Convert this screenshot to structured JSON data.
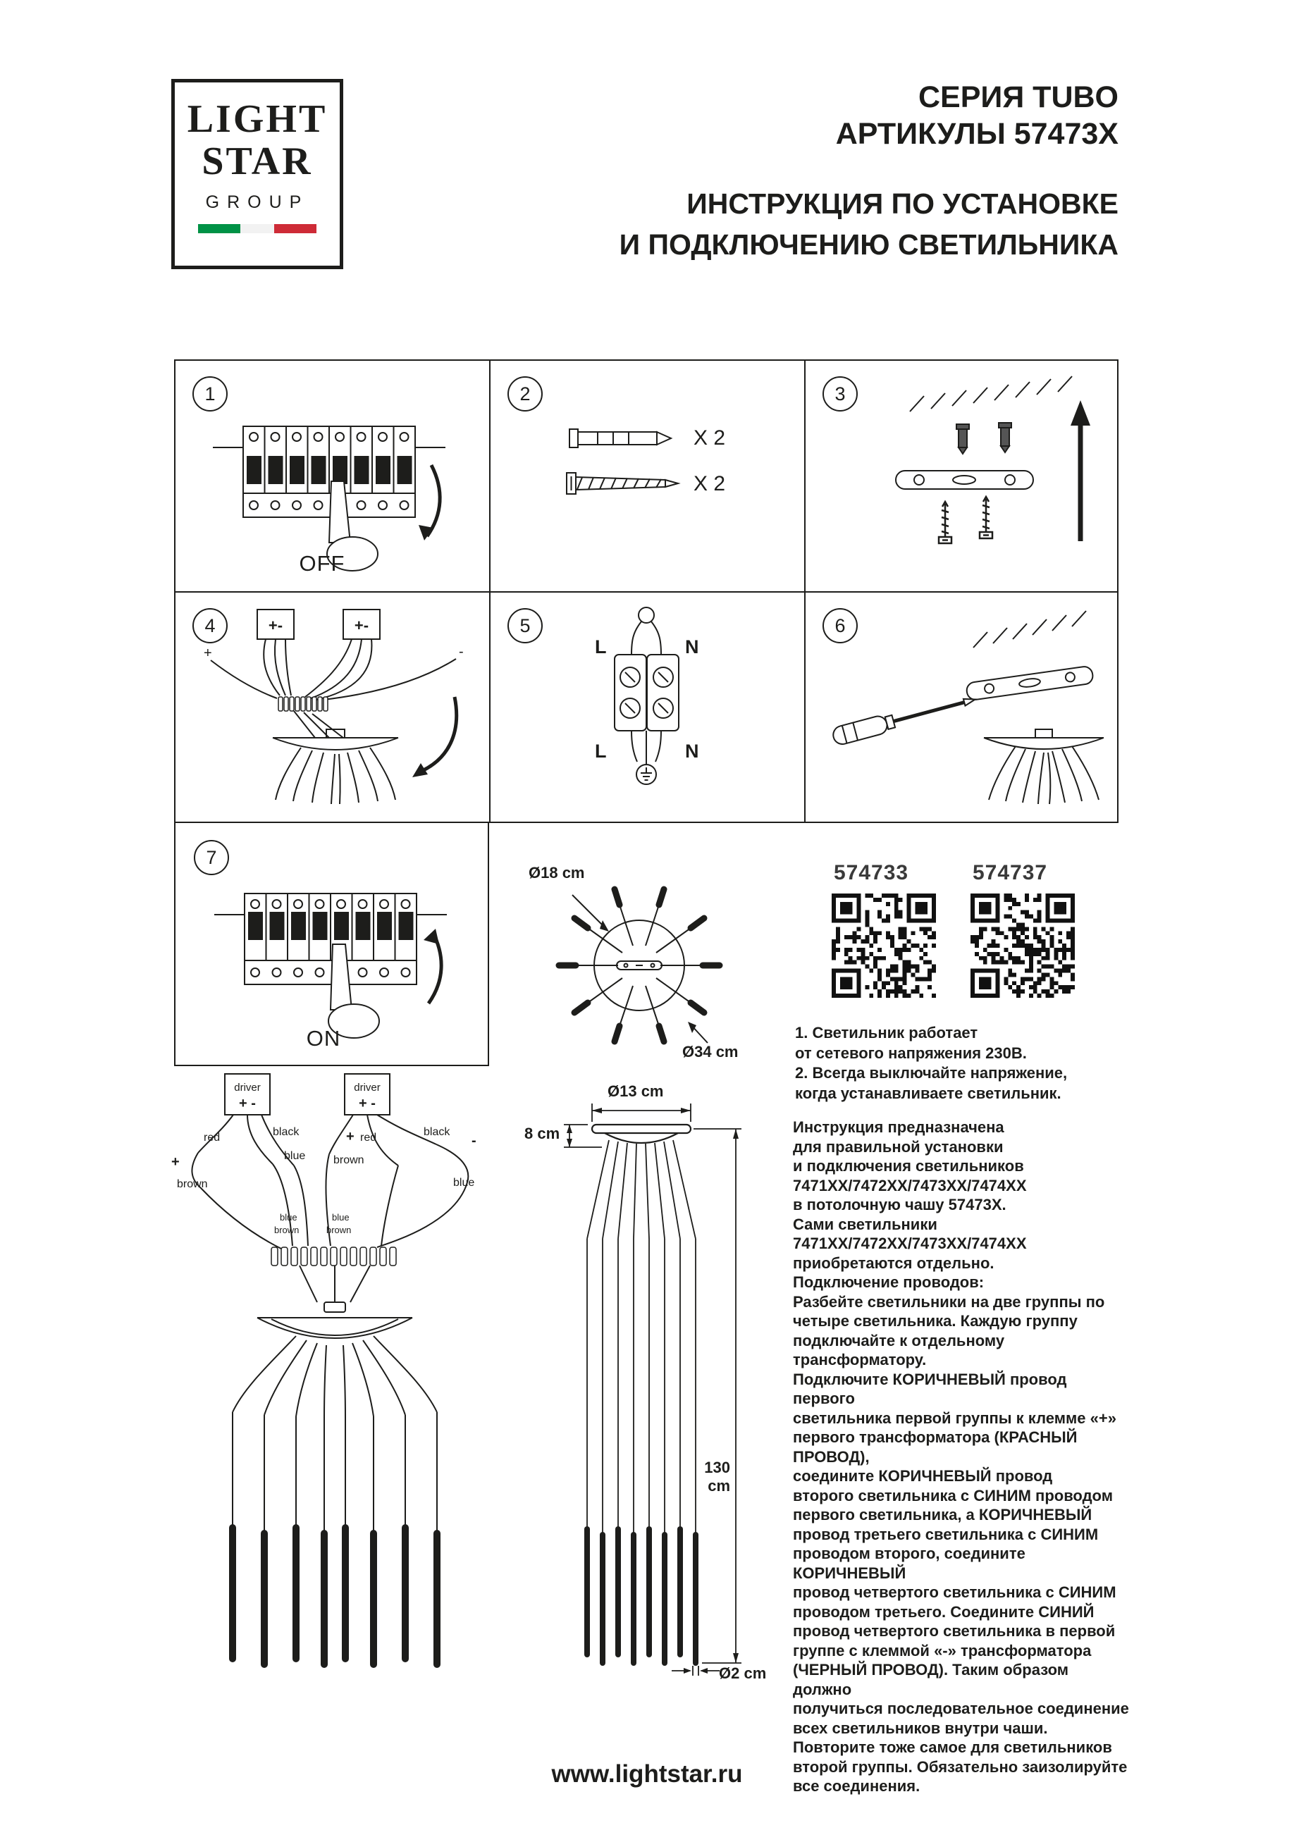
{
  "logo": {
    "light": "LIGHT",
    "star": "STAR",
    "group": "GROUP"
  },
  "header": {
    "series": "СЕРИЯ TUBO",
    "articles": "АРТИКУЛЫ 57473X",
    "title1": "ИНСТРУКЦИЯ ПО УСТАНОВКЕ",
    "title2": "И ПОДКЛЮЧЕНИЮ СВЕТИЛЬНИКА"
  },
  "steps": {
    "n1": "1",
    "n2": "2",
    "n3": "3",
    "n4": "4",
    "n5": "5",
    "n6": "6",
    "n7": "7",
    "off": "OFF",
    "on": "ON",
    "qty_anchor": "X 2",
    "qty_screw": "X 2",
    "s4_plus": "+",
    "s4_minus": "-",
    "s4_box1": "+-",
    "s4_box2": "+-",
    "s5_l_top": "L",
    "s5_n_top": "N",
    "s5_l_bot": "L",
    "s5_n_bot": "N"
  },
  "top_view": {
    "inner": "Ø18 cm",
    "outer": "Ø34 cm"
  },
  "products": {
    "a1": "574733",
    "a2": "574737"
  },
  "notes": "1. Светильник работает\nот сетевого напряжения 230В.\n2. Всегда выключайте напряжение,\nкогда устанавливаете светильник.",
  "wiring": {
    "driver1": "driver",
    "driver1_pm": "+ -",
    "driver2": "driver",
    "driver2_pm": "+ -",
    "red1": "red",
    "plus1": "+",
    "brown1": "brown",
    "black1": "black",
    "blue1": "blue",
    "plus2": "+",
    "red2": "red",
    "brown2": "brown",
    "black2": "black",
    "minus2": "-",
    "blue2": "blue",
    "mblue1": "blue",
    "mbrown1": "brown",
    "mblue2": "blue",
    "mbrown2": "brown"
  },
  "dims": {
    "top": "Ø13 cm",
    "canopy": "8 cm",
    "length": "130 cm",
    "tube": "Ø2 cm"
  },
  "instructions": "Инструкция предназначена\nдля правильной установки\nи подключения светильников\n7471XX/7472XX/7473XX/7474XX\nв потолочную чашу 57473X.\nСами светильники\n7471XX/7472XX/7473XX/7474XX\nприобретаются отдельно.\nПодключение проводов:\nРазбейте светильники на две группы по\nчетыре светильника. Каждую группу\nподключайте к отдельному трансформатору.\nПодключите КОРИЧНЕВЫЙ провод первого\nсветильника первой группы к клемме «+»\nпервого трансформатора (КРАСНЫЙ ПРОВОД),\nсоедините КОРИЧНЕВЫЙ провод\nвторого светильника с СИНИМ проводом\nпервого светильника, а КОРИЧНЕВЫЙ\nпровод третьего светильника с СИНИМ\nпроводом второго, соедините КОРИЧНЕВЫЙ\nпровод четвертого светильника с СИНИМ\nпроводом третьего. Соедините СИНИЙ\nпровод четвертого светильника в первой\nгруппе с клеммой «-» трансформатора\n(ЧЕРНЫЙ ПРОВОД). Таким образом должно\nполучиться последовательное соединение\nвсех светильников внутри чаши.\nПовторите тоже самое для светильников\nвторой группы. Обязательно заизолируйте\nвсе соединения.",
  "footer": "www.lightstar.ru"
}
